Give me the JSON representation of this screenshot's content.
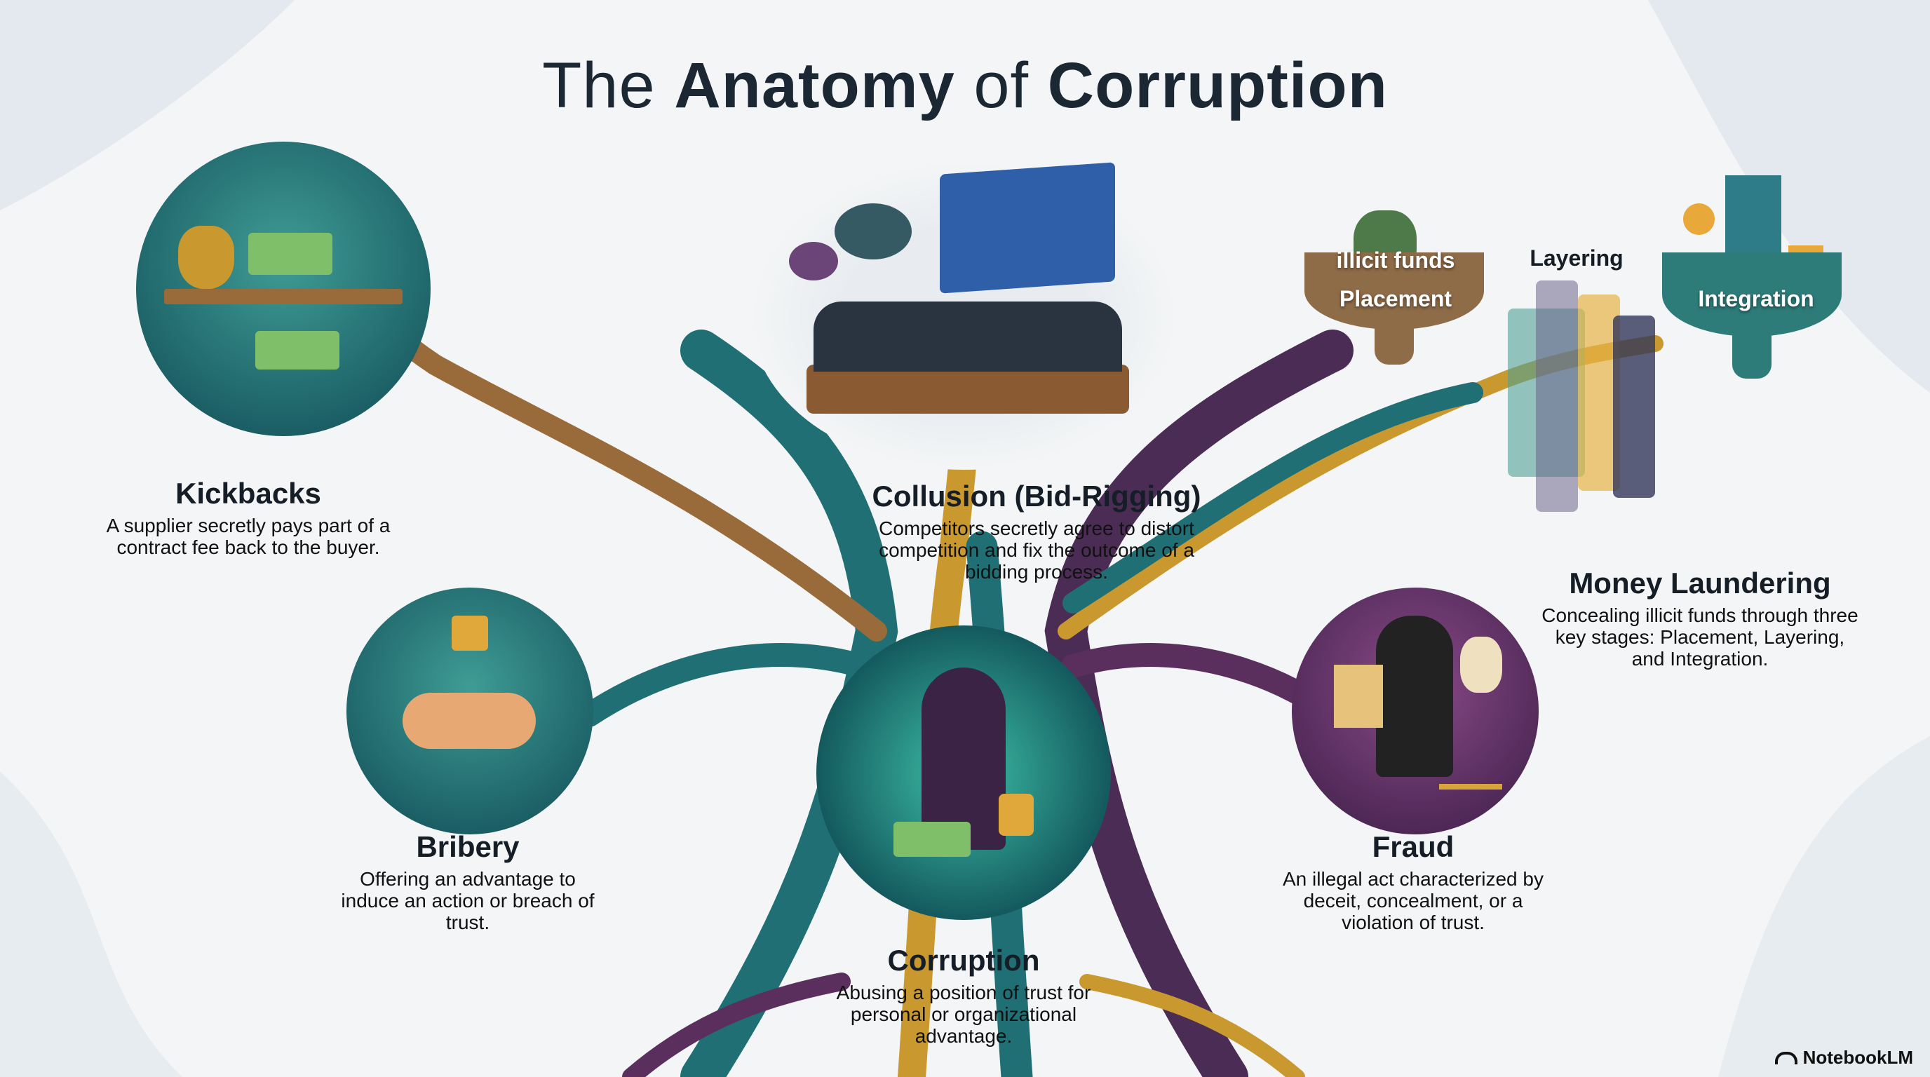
{
  "title": {
    "part1": "The ",
    "part2": "Anatomy",
    "part3": " of ",
    "part4": "Corruption"
  },
  "nodes": {
    "kickbacks": {
      "heading": "Kickbacks",
      "body": "A supplier secretly pays part of a contract fee back to the buyer."
    },
    "collusion": {
      "heading": "Collusion (Bid-Rigging)",
      "body": "Competitors secretly agree to distort competition and fix the outcome of a bidding process."
    },
    "money_laundering": {
      "heading": "Money Laundering",
      "body": "Concealing illicit funds through three key stages: Placement, Layering, and Integration."
    },
    "bribery": {
      "heading": "Bribery",
      "body": "Offering an advantage to induce an action or breach of trust."
    },
    "fraud": {
      "heading": "Fraud",
      "body": "An illegal act characterized by deceit, concealment, or a violation of trust."
    },
    "corruption": {
      "heading": "Corruption",
      "body": "Abusing a position of trust for personal or organizational advantage."
    }
  },
  "laundering_stages": {
    "illicit": "illicit funds",
    "placement": "Placement",
    "layering": "Layering",
    "integration": "Integration"
  },
  "brand": "NotebookLM",
  "colors": {
    "teal": "#1f6f74",
    "gold": "#c9982e",
    "purple": "#5a2f5e",
    "navy": "#1b2733"
  }
}
